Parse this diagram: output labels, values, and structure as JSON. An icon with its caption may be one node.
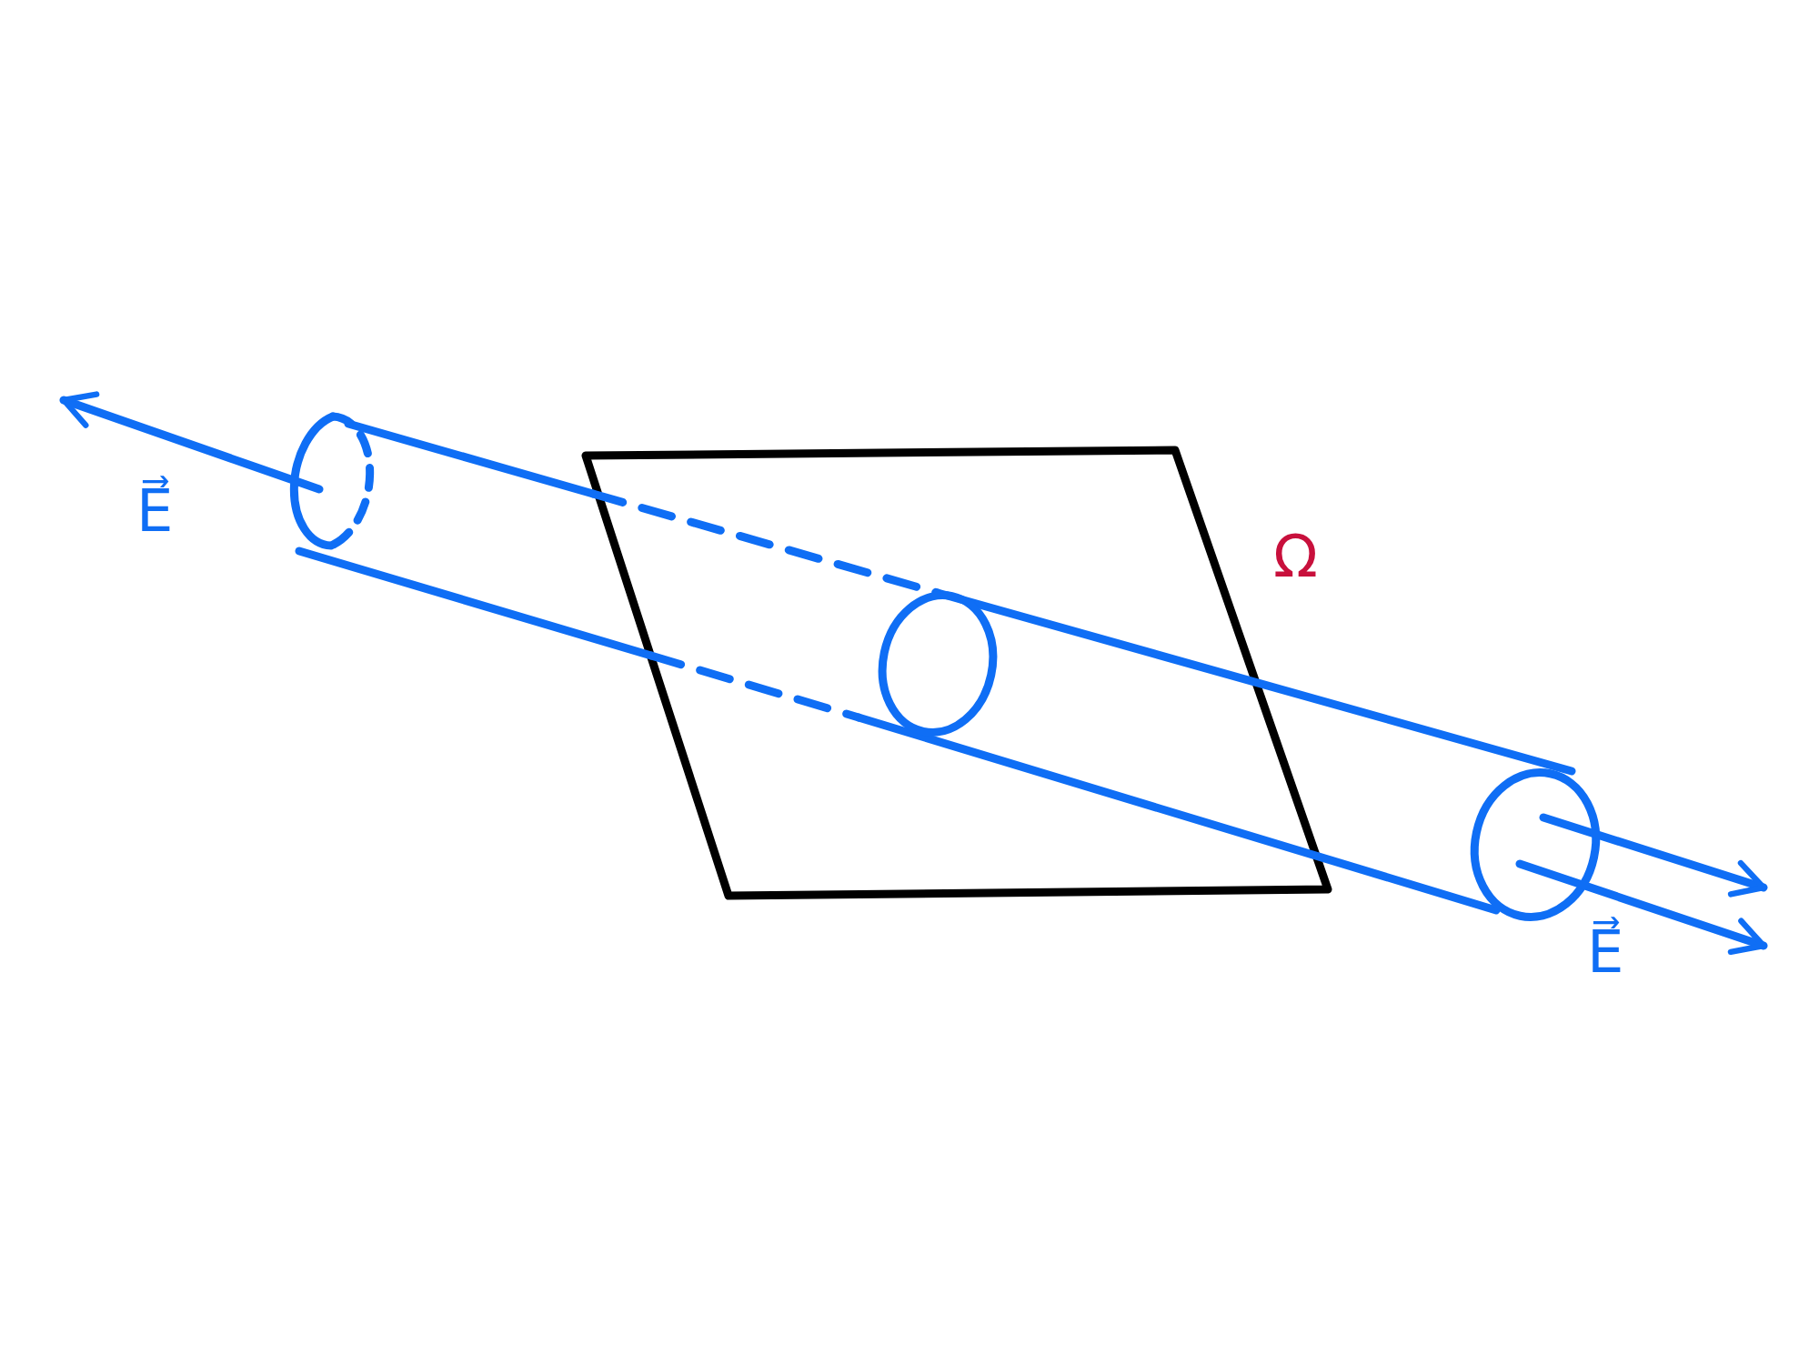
{
  "diagram": {
    "labels": [
      "E⃗",
      "Ω",
      "E⃗"
    ]
  }
}
